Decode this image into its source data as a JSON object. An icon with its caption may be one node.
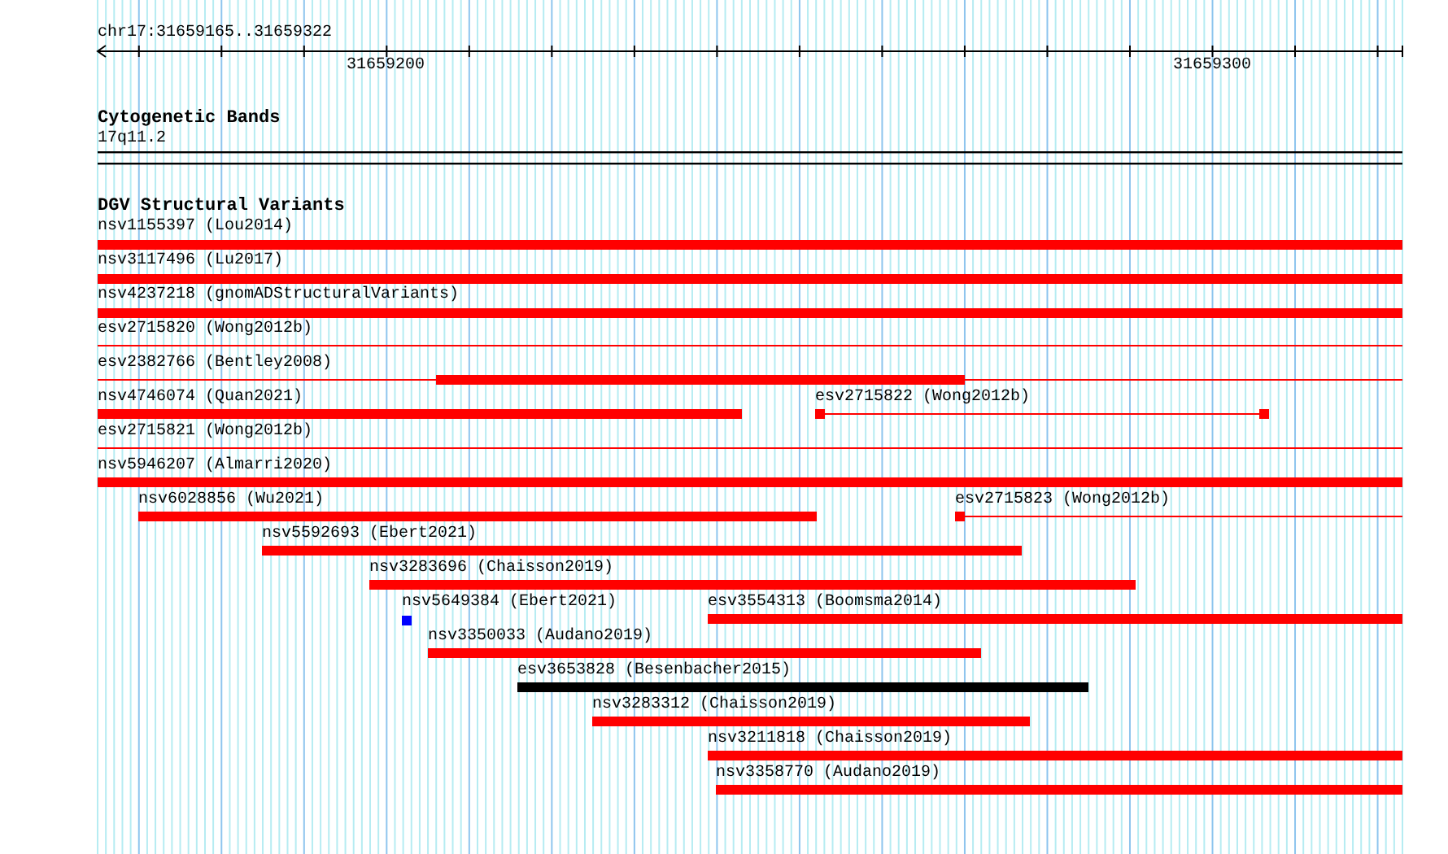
{
  "diagram": {
    "nodes": [
      {
        "text": [
          "nsv1155397 (Lou2014)"
        ]
      },
      {
        "text": [
          "nsv3117496 (Lu2017)"
        ]
      },
      {
        "text": [
          "nsv4237218 (gnomADStructuralVariants)"
        ]
      },
      {
        "text": [
          "esv2715820 (Wong2012b)"
        ]
      },
      {
        "text": [
          "esv2382766 (Bentley2008)"
        ]
      },
      {
        "text": [
          "nsv4746074 (Quan2021)"
        ]
      },
      {
        "text": [
          "esv2715822 (Wong2012b)"
        ]
      },
      {
        "text": [
          "esv2715821 (Wong2012b)"
        ]
      },
      {
        "text": [
          "nsv5946207 (Almarri2020)"
        ]
      },
      {
        "text": [
          "nsv6028856 (Wu2021)"
        ]
      },
      {
        "text": [
          "esv2715823 (Wong2012b)"
        ]
      },
      {
        "text": [
          "nsv5592693 (Ebert2021)"
        ]
      },
      {
        "text": [
          "nsv3283696 (Chaisson2019)"
        ]
      },
      {
        "text": [
          "nsv5649384 (Ebert2021)"
        ]
      },
      {
        "text": [
          "esv3554313 (Boomsma2014)"
        ]
      },
      {
        "text": [
          "nsv3350033 (Audano2019)"
        ]
      },
      {
        "text": [
          "esv3653828 (Besenbacher2015)"
        ]
      },
      {
        "text": [
          "nsv3283312 (Chaisson2019)"
        ]
      },
      {
        "text": [
          "nsv3211818 (Chaisson2019)"
        ]
      },
      {
        "text": [
          "nsv3358770 (Audano2019)"
        ]
      }
    ],
    "labels": [
      "chr17:31659165..31659322",
      "31659200",
      "31659300",
      "Cytogenetic Bands",
      "17q11.2",
      "DGV Structural Variants"
    ]
  }
}
